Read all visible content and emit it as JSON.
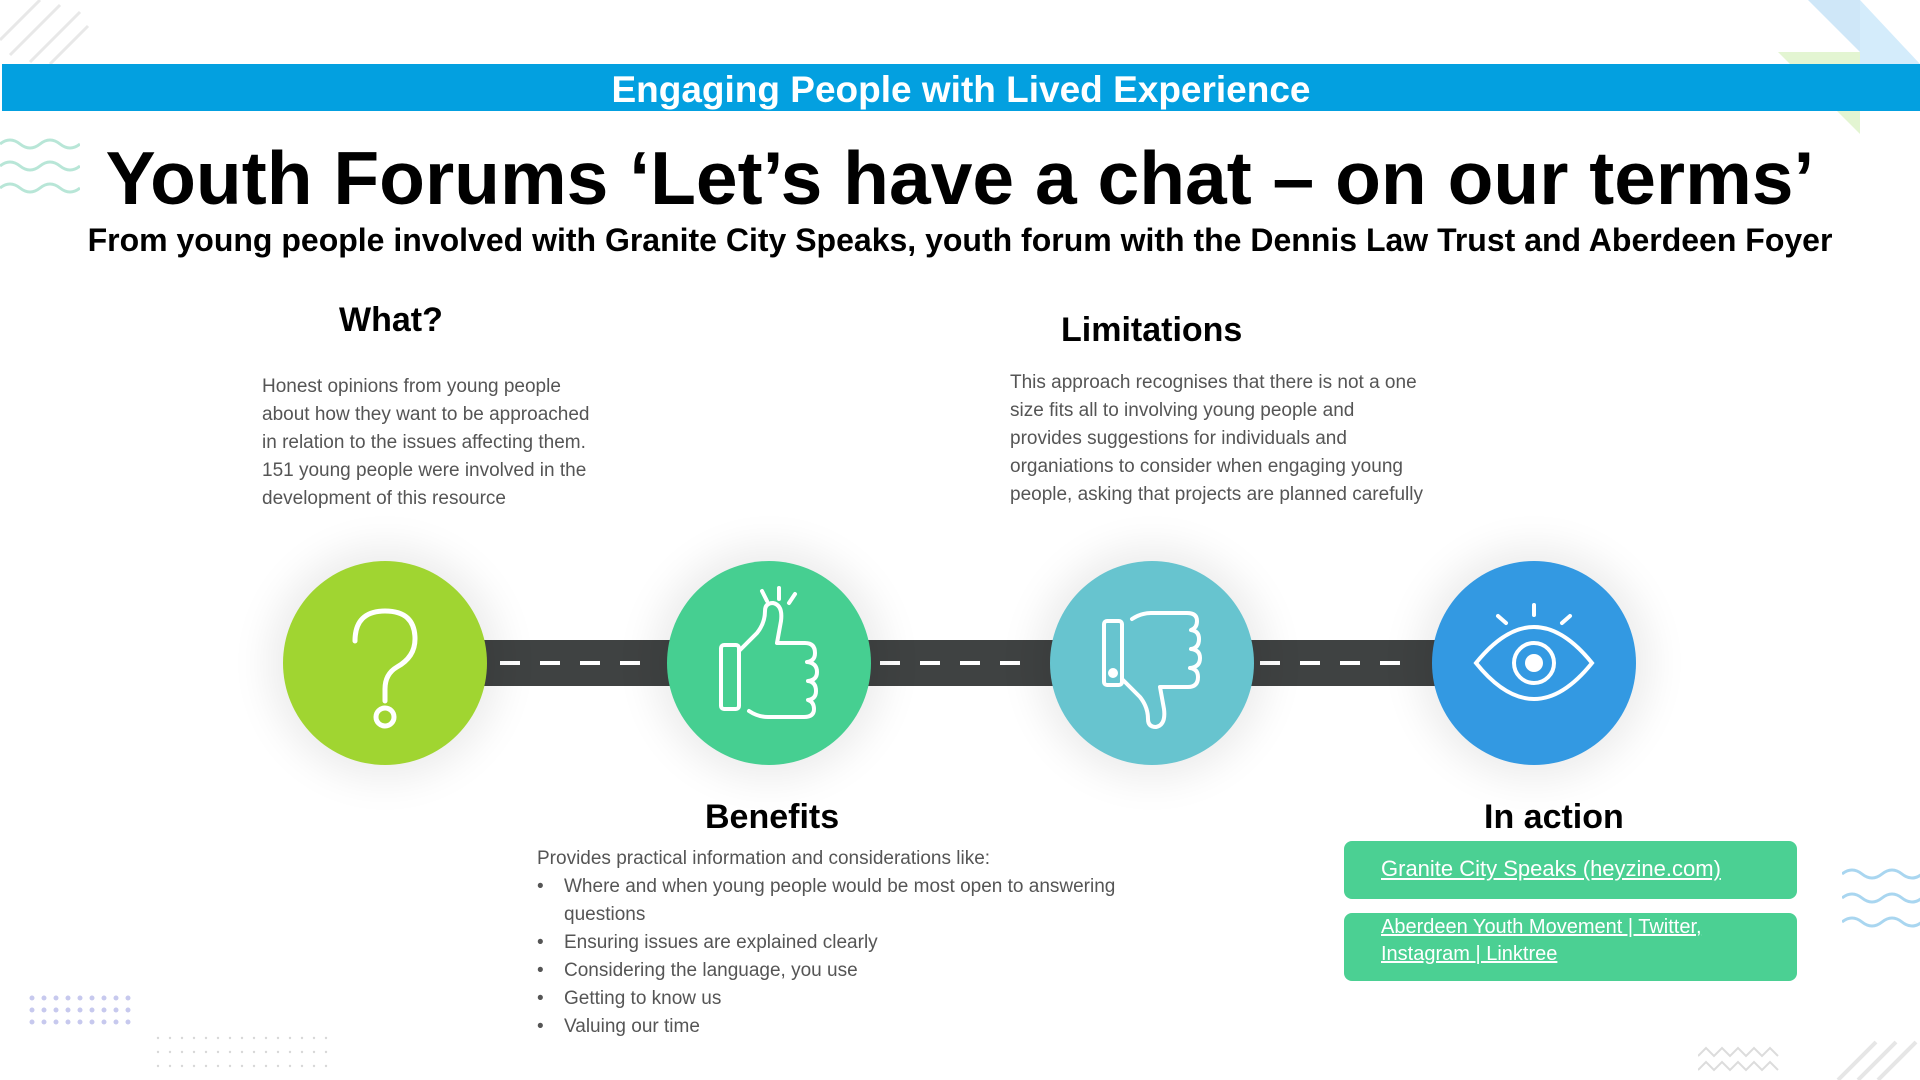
{
  "banner": {
    "text": "Engaging People with Lived Experience"
  },
  "title": "Youth Forums ‘Let’s have a chat – on our terms’",
  "subtitle": "From young people involved with Granite City Speaks, youth forum with the Dennis Law Trust and Aberdeen Foyer",
  "what": {
    "heading": "What?",
    "lines": [
      "Honest opinions from young people",
      "about how they want to be approached",
      "in relation to the issues affecting them.",
      "151 young people were involved in the",
      "development of this resource"
    ]
  },
  "limitations": {
    "heading": "Limitations",
    "lines": [
      "This approach recognises that there is not a one",
      "size fits all to involving young people and",
      "provides suggestions for individuals and",
      "organiations to consider when engaging young",
      "people, asking that projects are planned carefully"
    ]
  },
  "benefits": {
    "heading": "Benefits",
    "intro": "Provides practical information and considerations like:",
    "items": [
      "Where and when young people would be most open to answering questions",
      "Ensuring issues are explained clearly",
      "Considering the language, you use",
      "Getting to know us",
      "Valuing our time"
    ]
  },
  "in_action": {
    "heading": "In action",
    "links": [
      "Granite City Speaks (heyzine.com)",
      "Aberdeen Youth Movement | Twitter, Instagram | Linktree"
    ]
  },
  "icons": {
    "circle1": "question-mark-icon",
    "circle2": "thumbs-up-icon",
    "circle3": "thumbs-down-icon",
    "circle4": "eye-icon"
  },
  "colors": {
    "banner": "#03a0e0",
    "circle1": "#a0d531",
    "circle2": "#46cf91",
    "circle3": "#67c4cf",
    "circle4": "#3399e2",
    "link_box": "#4bd093",
    "road": "#3f4242"
  }
}
